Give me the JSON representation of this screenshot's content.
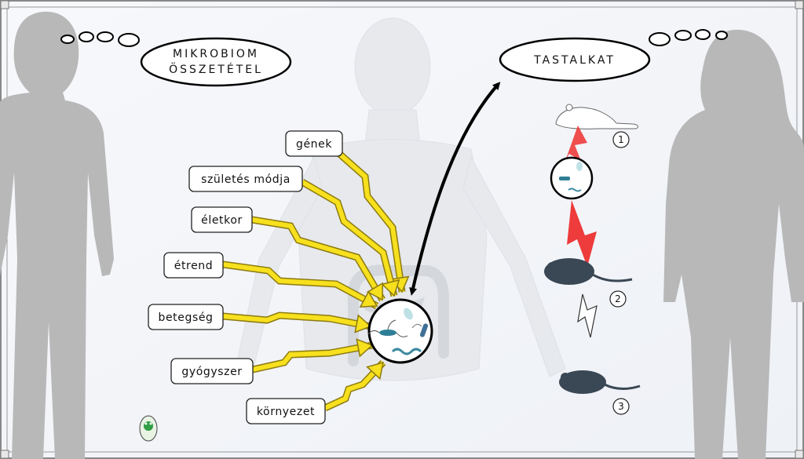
{
  "cloud_left": {
    "line1": "MIKROBIOM",
    "line2": "ÖSSZETÉTEL"
  },
  "cloud_right": {
    "text": "TASTALKAT"
  },
  "factors": [
    "gének",
    "születés módja",
    "életkor",
    "étrend",
    "betegség",
    "gyógyszer",
    "környezet"
  ],
  "steps": [
    "1",
    "2",
    "3"
  ],
  "colors": {
    "arrow_fill": "#f7e01d",
    "arrow_stroke": "#8c7a10",
    "silhouette": "#b8b8b8",
    "red_arrow": "#ee3b3b",
    "mouse": "#3a4755"
  }
}
